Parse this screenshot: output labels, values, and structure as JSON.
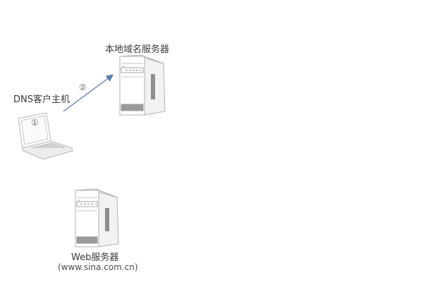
{
  "diagram": {
    "nodes": {
      "client": {
        "label": "DNS客户主机",
        "icon": "laptop-icon",
        "step_marker": "①"
      },
      "local_dns": {
        "label": "本地域名服务器",
        "icon": "server-tower-icon"
      },
      "web_server": {
        "label": "Web服务器",
        "sublabel": "(www.sina.com.cn)",
        "icon": "server-tower-icon"
      }
    },
    "edges": [
      {
        "from": "client",
        "to": "local_dns",
        "step_marker": "②",
        "color": "#5a7fb0"
      }
    ],
    "colors": {
      "background": "#ffffff",
      "outline": "#b5b5b5",
      "arrow": "#5a7fb0",
      "text": "#3a3a3a"
    }
  }
}
